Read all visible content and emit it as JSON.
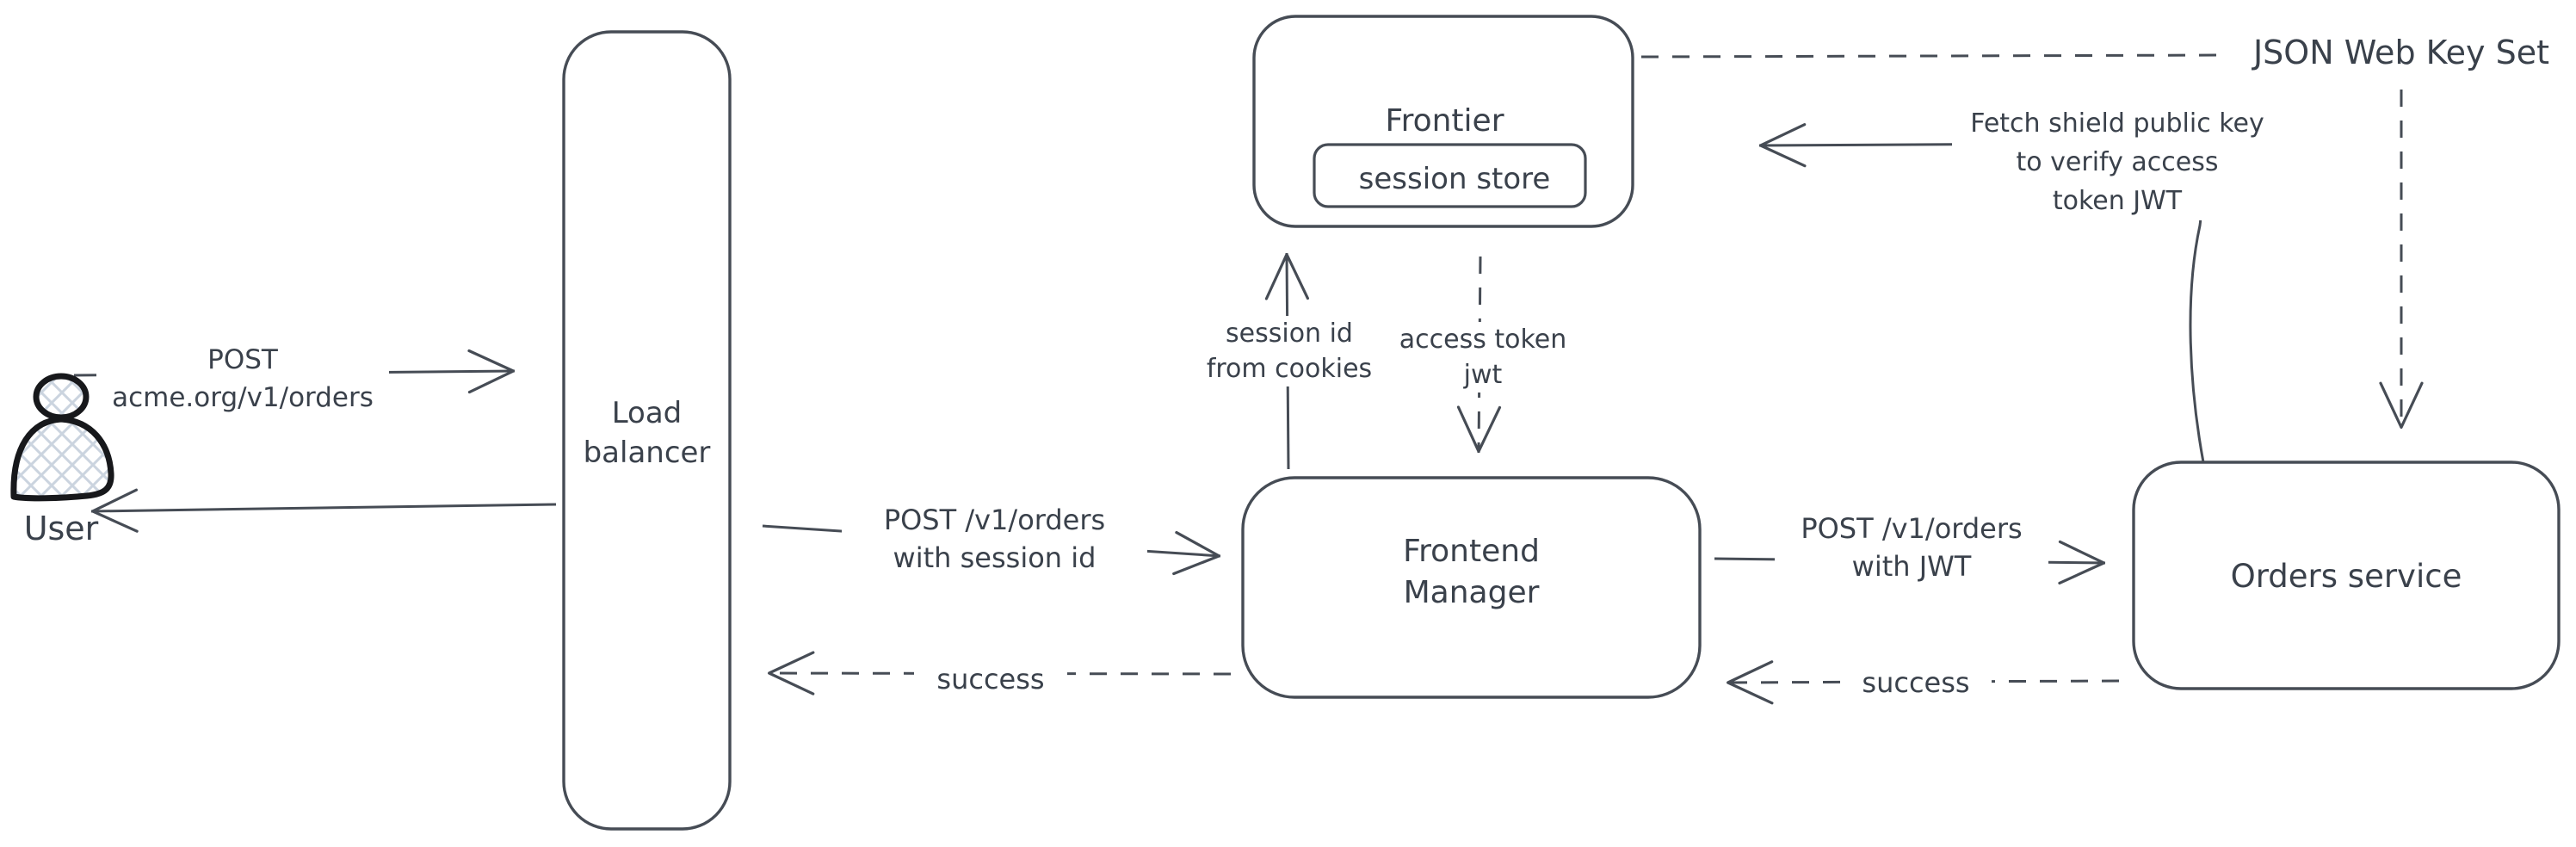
{
  "diagram": {
    "background": "#ffffff",
    "colors": {
      "stroke": "#464c55",
      "text": "#3a414b",
      "actor_stroke": "#17181b",
      "actor_hatch_fill": "#cbd4df"
    },
    "actor": {
      "user": {
        "label": "User",
        "icon": "person-icon"
      }
    },
    "nodes": {
      "load_balancer": {
        "label": "Load\nbalancer"
      },
      "frontier": {
        "label": "Frontier"
      },
      "session_store": {
        "label": "session store"
      },
      "frontend_manager": {
        "label": "Frontend\nManager"
      },
      "orders_service": {
        "label": "Orders service"
      }
    },
    "edges": {
      "user_to_lb": {
        "label": "POST\nacme.org/v1/orders",
        "style": "solid",
        "from": "User",
        "to": "Load balancer"
      },
      "lb_to_user": {
        "label": "",
        "style": "solid",
        "from": "Load balancer",
        "to": "User"
      },
      "lb_to_fm": {
        "label": "POST /v1/orders\nwith session id",
        "style": "solid",
        "from": "Load balancer",
        "to": "Frontend Manager"
      },
      "fm_to_lb": {
        "label": "success",
        "style": "dashed",
        "from": "Frontend Manager",
        "to": "Load balancer"
      },
      "fm_to_frontier": {
        "label": "session id\nfrom cookies",
        "style": "solid",
        "from": "Frontend Manager",
        "to": "Frontier"
      },
      "frontier_to_fm": {
        "label": "access token\njwt",
        "style": "dashed",
        "from": "Frontier",
        "to": "Frontend Manager"
      },
      "fm_to_orders": {
        "label": "POST /v1/orders\nwith JWT",
        "style": "solid",
        "from": "Frontend Manager",
        "to": "Orders service"
      },
      "orders_to_fm": {
        "label": "success",
        "style": "dashed",
        "from": "Orders service",
        "to": "Frontend Manager"
      },
      "orders_to_jwks": {
        "label": "Fetch shield public key\nto verify access\ntoken JWT",
        "style": "solid",
        "from": "Orders service",
        "to": "Frontier"
      },
      "jwks_link": {
        "label": "JSON Web Key Set",
        "style": "dashed",
        "from": "Frontier",
        "to": "JSON Web Key Set"
      },
      "jwks_to_orders": {
        "label": "",
        "style": "dashed",
        "from": "JSON Web Key Set",
        "to": "Orders service"
      }
    }
  }
}
